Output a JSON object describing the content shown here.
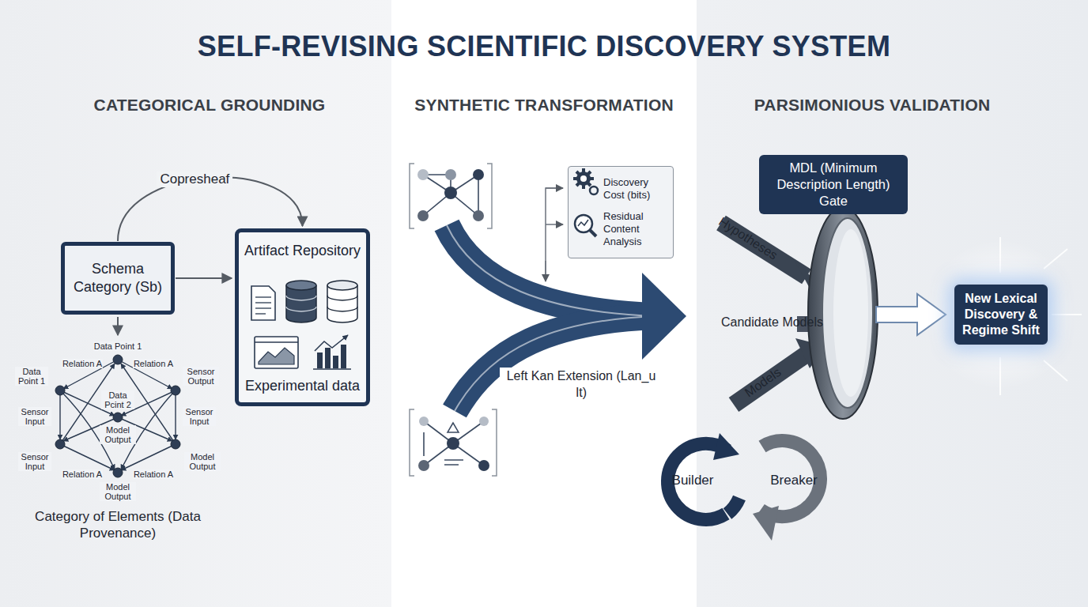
{
  "diagram": {
    "title": "SELF-REVISING SCIENTIFIC DISCOVERY SYSTEM",
    "nodes": [
      {
        "text": [
          "Schema Category (Sb)"
        ]
      },
      {
        "text": [
          "Artifact Repository",
          "Experimental data"
        ]
      },
      {
        "text": [
          "Discovery Cost (bits)",
          "Residual Content Analysis"
        ]
      },
      {
        "text": [
          "MDL (Minimum Description Length) Gate"
        ]
      },
      {
        "text": [
          "New Lexical Discovery & Regime Shift"
        ]
      }
    ],
    "edges": [
      {
        "from": 0,
        "to": 1,
        "arrow": "to"
      },
      {
        "from": 0,
        "to": 1,
        "label": "Copresheaf",
        "arrow": "to"
      }
    ],
    "labels": [
      "CATEGORICAL GROUNDING",
      "SYNTHETIC TRANSFORMATION",
      "PARSIMONIOUS VALIDATION",
      "Data Point 1",
      "Relation A",
      "Relation A",
      "Data Point 1",
      "Sensor Output",
      "Data Pcint 2",
      "Sensor Input",
      "Sensor Input",
      "Model Output",
      "Sensor Input",
      "Model Output",
      "Relation A",
      "Relation A",
      "Model Output",
      "Category of Elements (Data Provenance)",
      "Left Kan Extension (Lan_u It)",
      "Hypotheses",
      "Candidate Models",
      "Models",
      "Builder",
      "Breaker"
    ]
  }
}
